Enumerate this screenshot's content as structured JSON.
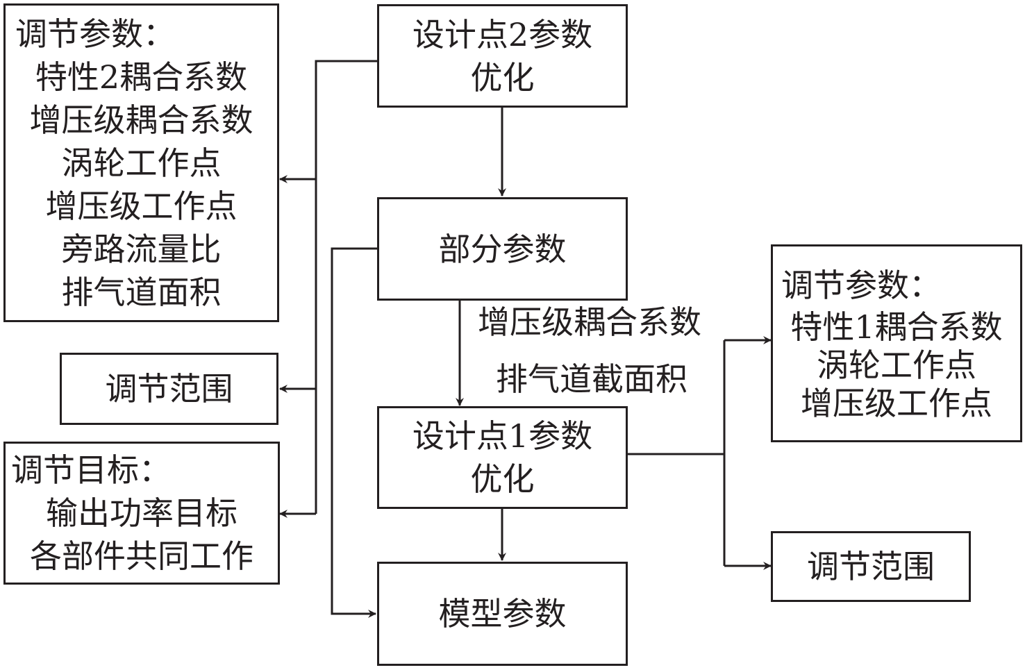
{
  "colors": {
    "stroke": "#231f20",
    "background": "#ffffff"
  },
  "nodes": {
    "design_point_2": {
      "lines": [
        "设计点2参数",
        "优化"
      ]
    },
    "partial_params": {
      "lines": [
        "部分参数"
      ]
    },
    "design_point_1": {
      "lines": [
        "设计点1参数",
        "优化"
      ]
    },
    "model_params": {
      "lines": [
        "模型参数"
      ]
    },
    "left_adjust_params": {
      "title": "调节参数：",
      "lines": [
        "特性2耦合系数",
        "增压级耦合系数",
        "涡轮工作点",
        "增压级工作点",
        "旁路流量比",
        "排气道面积"
      ]
    },
    "left_adjust_range": {
      "lines": [
        "调节范围"
      ]
    },
    "left_adjust_target": {
      "title": "调节目标：",
      "lines": [
        "输出功率目标",
        "各部件共同工作"
      ]
    },
    "right_adjust_params": {
      "title": "调节参数：",
      "lines": [
        "特性1耦合系数",
        "涡轮工作点",
        "增压级工作点"
      ]
    },
    "right_adjust_range": {
      "lines": [
        "调节范围"
      ]
    }
  },
  "edge_labels": {
    "partial_to_dp1": [
      "增压级耦合系数",
      "排气道截面积"
    ]
  }
}
